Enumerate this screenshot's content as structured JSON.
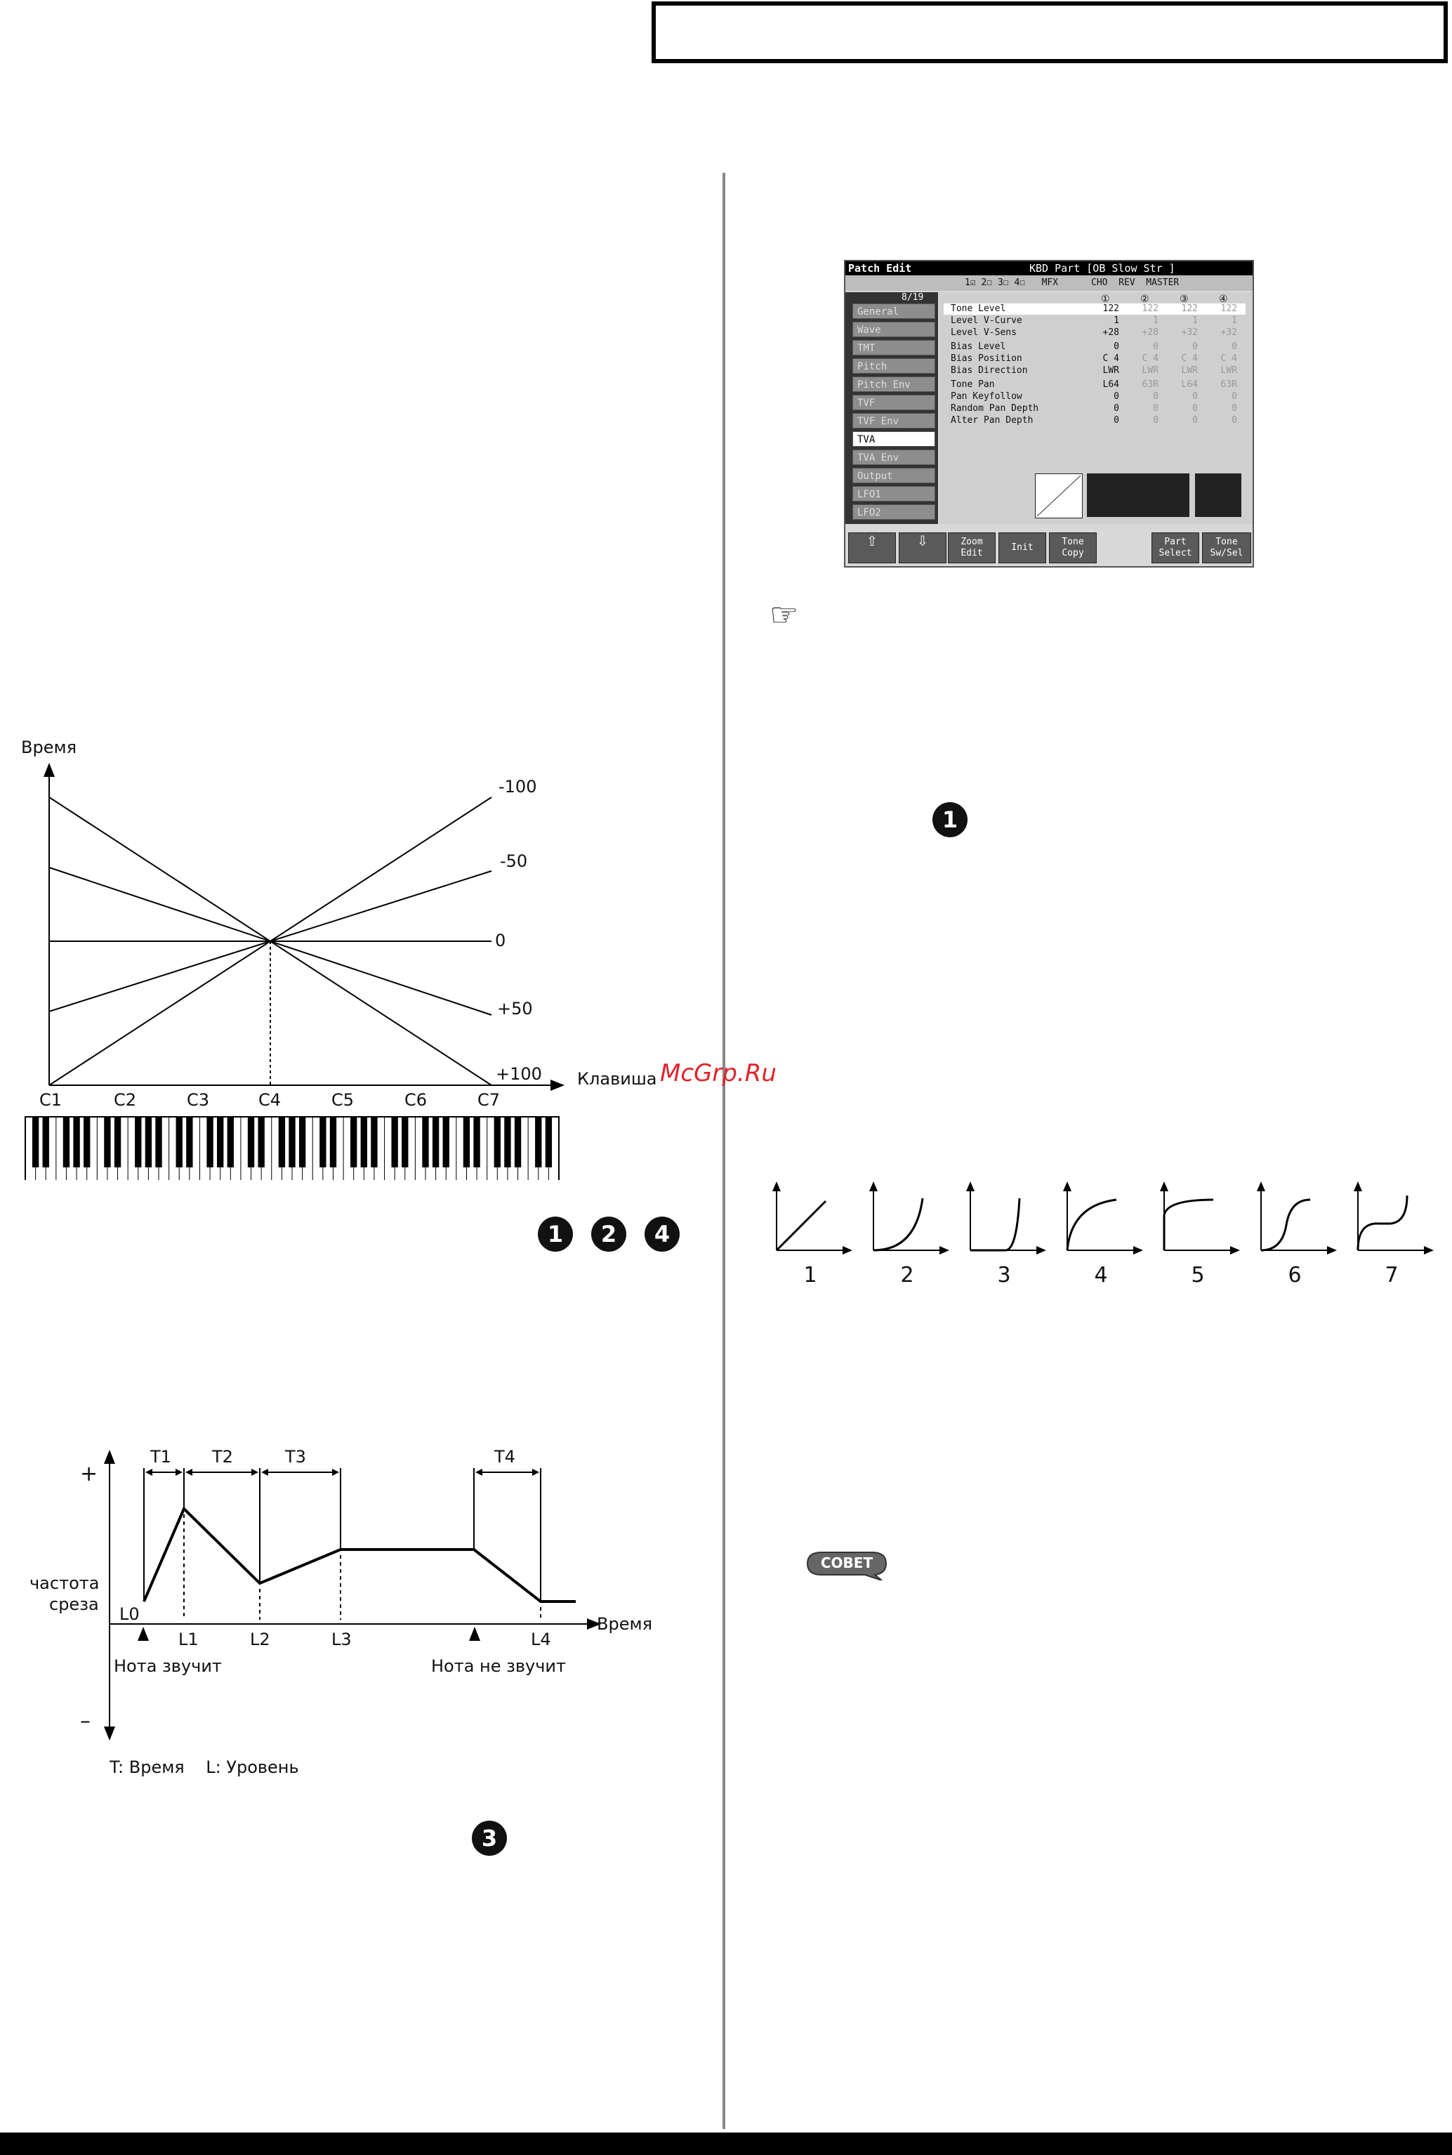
{
  "watermark": "McGrp.Ru",
  "graph_keyboard": {
    "y_label": "Время",
    "x_label": "Клавиша",
    "line_labels": [
      "-100",
      "-50",
      "0",
      "+50",
      "+100"
    ],
    "keys": [
      "C1",
      "C2",
      "C3",
      "C4",
      "C5",
      "C6",
      "C7"
    ]
  },
  "bullets_left": [
    "1",
    "2",
    "4"
  ],
  "envelope": {
    "plus": "+",
    "minus": "–",
    "y_label_1": "частота",
    "y_label_2": "среза",
    "x_label": "Время",
    "times": [
      "T1",
      "T2",
      "T3",
      "T4"
    ],
    "levels": [
      "L0",
      "L1",
      "L2",
      "L3",
      "L4"
    ],
    "note_on": "Нота звучит",
    "note_off": "Нота не звучит",
    "legend": "T: Время    L: Уровень"
  },
  "bullet_bottom": "3",
  "screen": {
    "title": "Patch Edit",
    "part": "KBD Part  [OB Slow Str ]",
    "bar": "1☑ 2☐ 3☐ 4☐   MFX      CHO  REV  MASTER",
    "page": "8/19",
    "tabs": [
      "General",
      "Wave",
      "TMT",
      "Pitch",
      "Pitch Env",
      "TVF",
      "TVF Env",
      "TVA",
      "TVA Env",
      "Output",
      "LFO1",
      "LFO2"
    ],
    "selected_tab": "TVA",
    "tone_headers": [
      "①",
      "②",
      "③",
      "④"
    ],
    "rows": [
      {
        "name": "Tone Level",
        "v1": "122",
        "v2": "122",
        "v3": "122",
        "v4": "122"
      },
      {
        "name": "Level V-Curve",
        "v1": "1",
        "v2": "1",
        "v3": "1",
        "v4": "1"
      },
      {
        "name": "Level V-Sens",
        "v1": "+28",
        "v2": "+28",
        "v3": "+32",
        "v4": "+32"
      },
      {
        "name": "Bias Level",
        "v1": "0",
        "v2": "0",
        "v3": "0",
        "v4": "0"
      },
      {
        "name": "Bias Position",
        "v1": "C 4",
        "v2": "C 4",
        "v3": "C 4",
        "v4": "C 4"
      },
      {
        "name": "Bias Direction",
        "v1": "LWR",
        "v2": "LWR",
        "v3": "LWR",
        "v4": "LWR"
      },
      {
        "name": "Tone Pan",
        "v1": "L64",
        "v2": "63R",
        "v3": "L64",
        "v4": "63R"
      },
      {
        "name": "Pan Keyfollow",
        "v1": "0",
        "v2": "0",
        "v3": "0",
        "v4": "0"
      },
      {
        "name": "Random Pan Depth",
        "v1": "0",
        "v2": "0",
        "v3": "0",
        "v4": "0"
      },
      {
        "name": "Alter Pan Depth",
        "v1": "0",
        "v2": "0",
        "v3": "0",
        "v4": "0"
      }
    ],
    "buttons": [
      "Zoom\nEdit",
      "Init",
      "Tone\nCopy",
      "Part\nSelect",
      "Tone\nSw/Sel"
    ]
  },
  "bullet_right": "1",
  "curves": [
    "1",
    "2",
    "3",
    "4",
    "5",
    "6",
    "7"
  ],
  "tip_label": "СОВЕТ"
}
